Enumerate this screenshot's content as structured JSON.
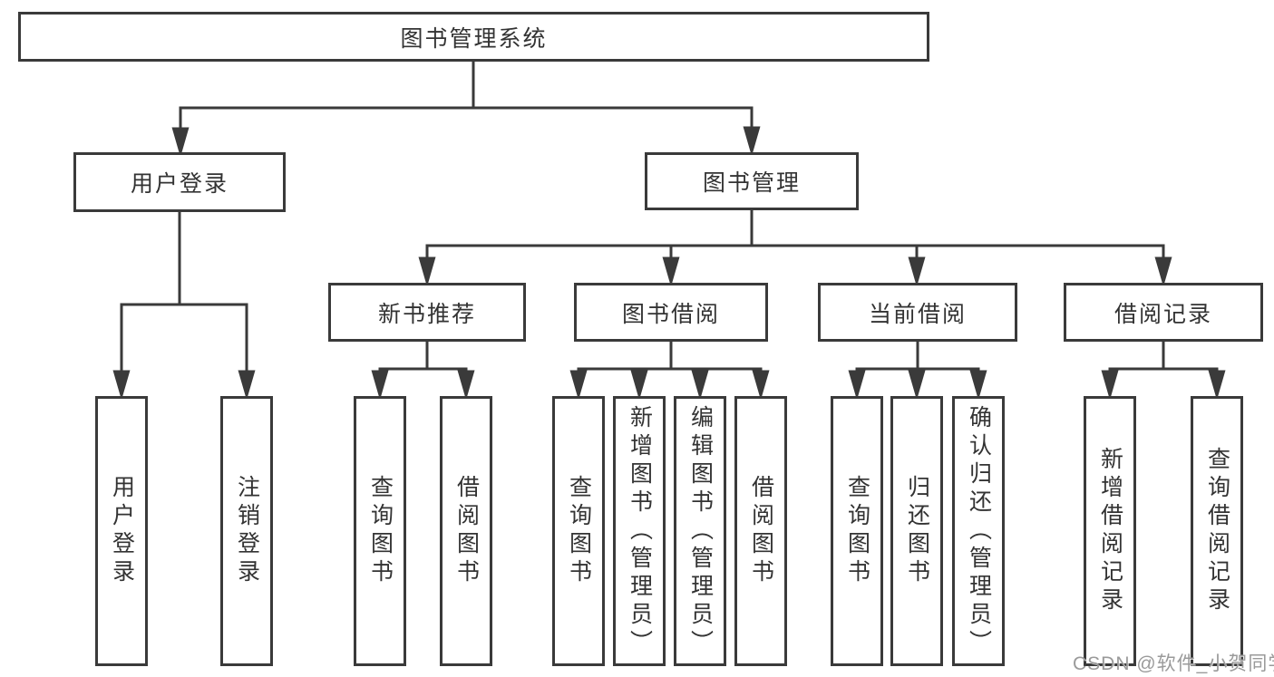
{
  "tree": {
    "root": "图书管理系统",
    "branches": [
      {
        "label": "用户登录",
        "leaves": [
          "用户登录",
          "注销登录"
        ]
      },
      {
        "label": "图书管理",
        "sections": [
          {
            "label": "新书推荐",
            "leaves": [
              "查询图书",
              "借阅图书"
            ]
          },
          {
            "label": "图书借阅",
            "leaves": [
              "查询图书",
              "新增图书（管理员）",
              "编辑图书（管理员）",
              "借阅图书"
            ]
          },
          {
            "label": "当前借阅",
            "leaves": [
              "查询图书",
              "归还图书",
              "确认归还（管理员）"
            ]
          },
          {
            "label": "借阅记录",
            "leaves": [
              "新增借阅记录",
              "查询借阅记录"
            ]
          }
        ]
      }
    ]
  },
  "watermark": {
    "text": "CSDN @软件_小贺同学"
  },
  "colors": {
    "line": "#3a3a3a",
    "box_border": "#3a3a3a",
    "text": "#333333",
    "watermark": "#9a9a9a",
    "background": "#ffffff"
  }
}
